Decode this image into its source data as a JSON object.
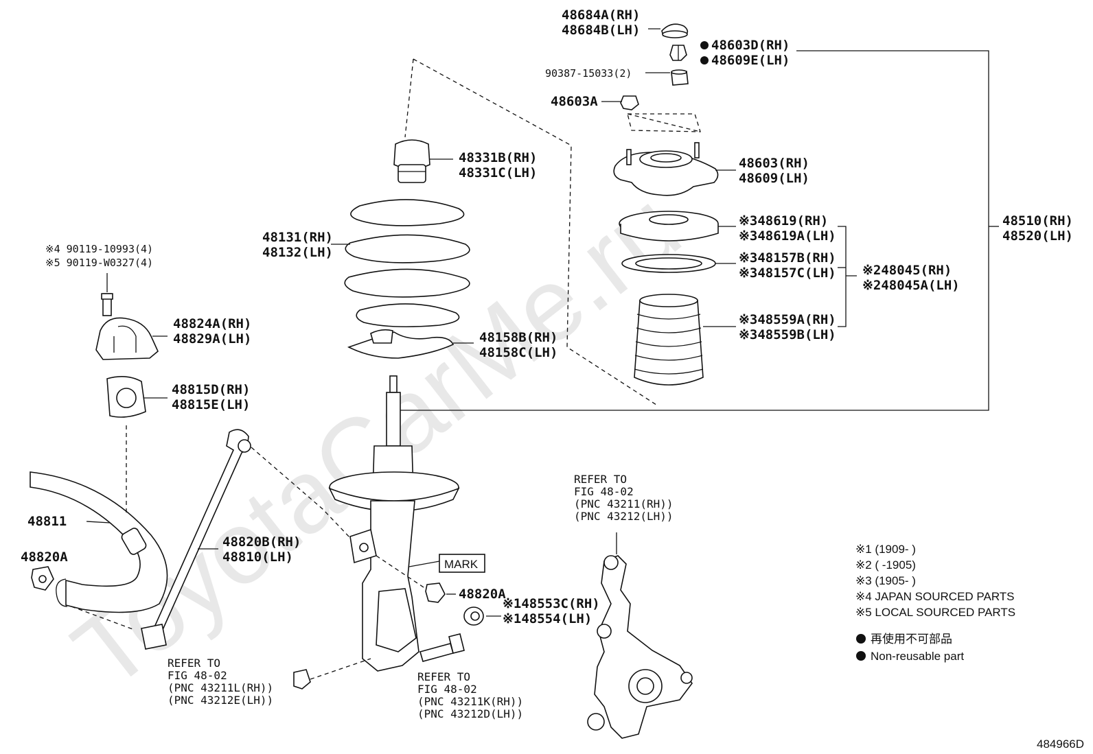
{
  "watermark": "ToyotaCarMe.ru",
  "figure_code": "484966D",
  "mark_box": "MARK",
  "labels": {
    "p48684_rh": "48684A(RH)",
    "p48684_lh": "48684B(LH)",
    "p48603d": "48603D(RH)",
    "p48609e": "48609E(LH)",
    "p90387": "90387-15033(2)",
    "p48603a": "48603A",
    "p48603": "48603(RH)",
    "p48609": "48609(LH)",
    "p48331b": "48331B(RH)",
    "p48331c": "48331C(LH)",
    "p48131": "48131(RH)",
    "p48132": "48132(LH)",
    "p48619": "※348619(RH)",
    "p48619a": "※348619A(LH)",
    "p48157b": "※348157B(RH)",
    "p48157c": "※348157C(LH)",
    "p48045": "※248045(RH)",
    "p48045a": "※248045A(LH)",
    "p48559a": "※348559A(RH)",
    "p48559b": "※348559B(LH)",
    "p48510": "48510(RH)",
    "p48520": "48520(LH)",
    "p90119a": "※4 90119-10993(4)",
    "p90119b": "※5 90119-W0327(4)",
    "p48824a": "48824A(RH)",
    "p48829a": "48829A(LH)",
    "p48158b": "48158B(RH)",
    "p48158c": "48158C(LH)",
    "p48815d": "48815D(RH)",
    "p48815e": "48815E(LH)",
    "p48811": "48811",
    "p48820a_left": "48820A",
    "p48820b": "48820B(RH)",
    "p48810": "48810(LH)",
    "p48820a_right": "48820A",
    "p48553c": "※148553C(RH)",
    "p48554": "※148554(LH)"
  },
  "refs": {
    "knuckle": [
      "REFER TO",
      "FIG 48-02",
      "(PNC 43211(RH))",
      "(PNC 43212(LH))"
    ],
    "link": [
      "REFER TO",
      "FIG 48-02",
      "(PNC 43211L(RH))",
      "(PNC 43212E(LH))"
    ],
    "bolt": [
      "REFER TO",
      "FIG 48-02",
      "(PNC 43211K(RH))",
      "(PNC 43212D(LH))"
    ]
  },
  "legend": {
    "notes": [
      "※1 (1909-      )",
      "※2 (      -1905)",
      "※3 (1905-      )",
      "※4 JAPAN SOURCED PARTS",
      "※5 LOCAL SOURCED PARTS"
    ],
    "nonreuse_jp": "再使用不可部品",
    "nonreuse_en": "Non-reusable part"
  }
}
